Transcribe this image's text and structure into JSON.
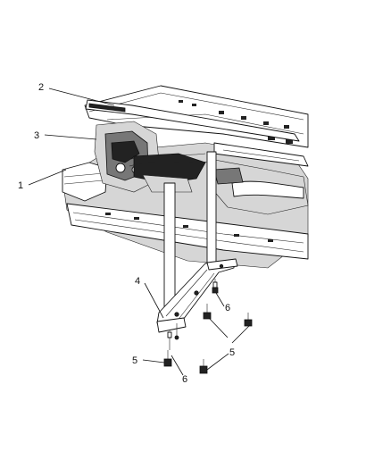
{
  "callouts": {
    "c1": "1",
    "c2": "2",
    "c3": "3",
    "c4": "4",
    "c5a": "5",
    "c5b": "5",
    "c6a": "6",
    "c6b": "6"
  }
}
